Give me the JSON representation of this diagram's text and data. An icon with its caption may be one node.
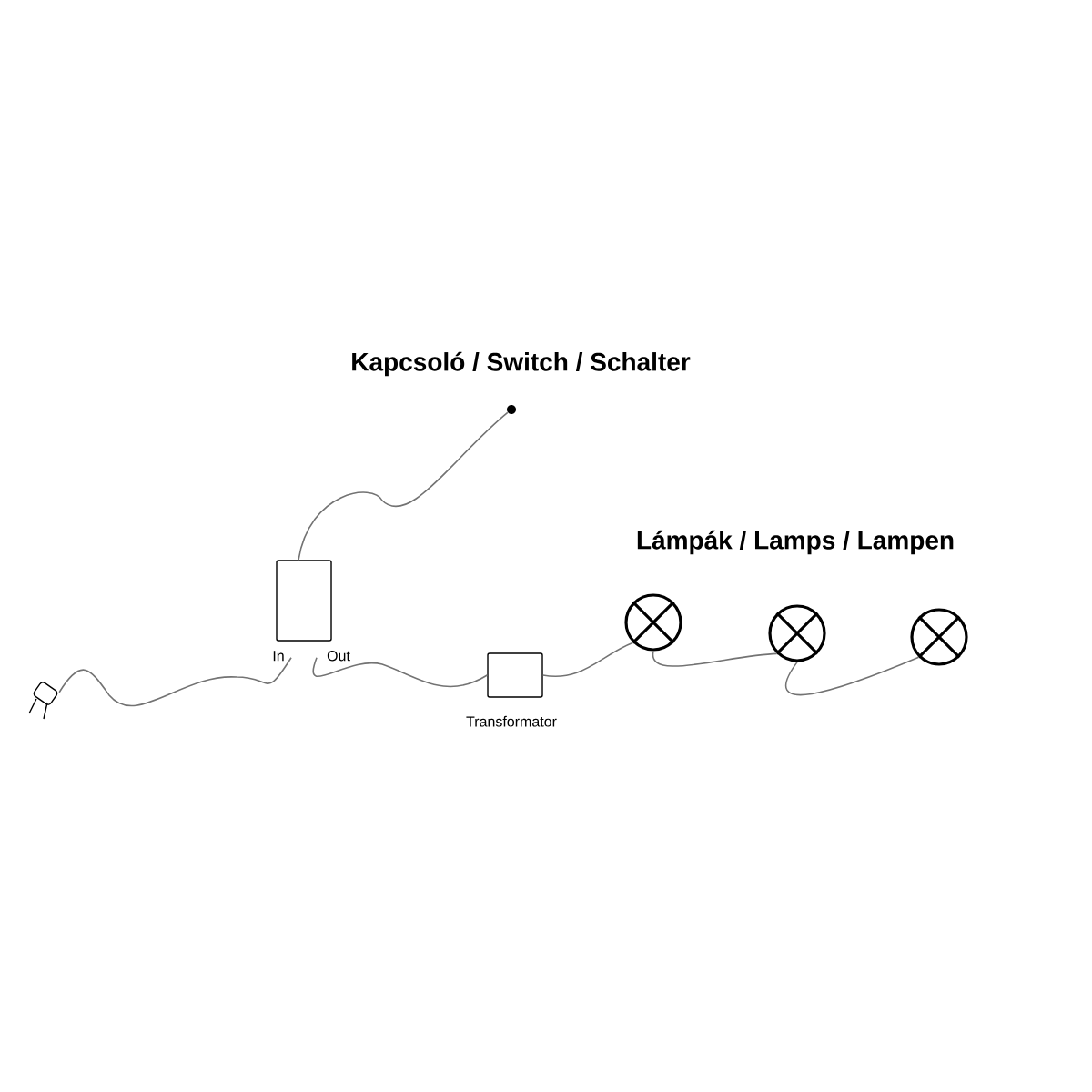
{
  "diagram": {
    "nodes": [
      {
        "text": [],
        "shape": "plug"
      },
      {
        "text": [],
        "shape": "box",
        "beside": [
          "In",
          "Out"
        ]
      },
      {
        "text": [],
        "shape": "circle"
      },
      {
        "text": [],
        "shape": "box",
        "beside": [
          "Transformator"
        ]
      },
      {
        "text": [],
        "shape": "circle"
      },
      {
        "text": [],
        "shape": "circle"
      },
      {
        "text": [],
        "shape": "circle"
      }
    ],
    "edges": [
      {
        "from": 0,
        "to": 1,
        "arrow": "none"
      },
      {
        "from": 1,
        "to": 2,
        "arrow": "none"
      },
      {
        "from": 1,
        "to": 3,
        "arrow": "none"
      },
      {
        "from": 3,
        "to": 4,
        "arrow": "none"
      },
      {
        "from": 4,
        "to": 5,
        "arrow": "none"
      },
      {
        "from": 5,
        "to": 6,
        "arrow": "none"
      }
    ],
    "labels": [
      "Kapcsoló / Switch / Schalter",
      "Lámpák / Lamps / Lampen"
    ]
  }
}
